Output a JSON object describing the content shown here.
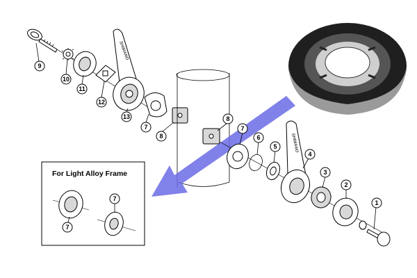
{
  "inset": {
    "title": "For Light Alloy Frame"
  },
  "brand_text": "SHIMANO",
  "colors": {
    "arrow": "#6b6be6",
    "line": "#000000",
    "paper": "#ffffff"
  },
  "callouts": {
    "c9": "9",
    "c10": "10",
    "c11": "11",
    "c12": "12",
    "c13": "13",
    "c7a": "7",
    "c8a": "8",
    "c8b": "8",
    "c7b": "7",
    "c6": "6",
    "c5": "5",
    "c4": "4",
    "c3": "3",
    "c2": "2",
    "c1": "1",
    "c7c": "7",
    "c7d": "7"
  }
}
